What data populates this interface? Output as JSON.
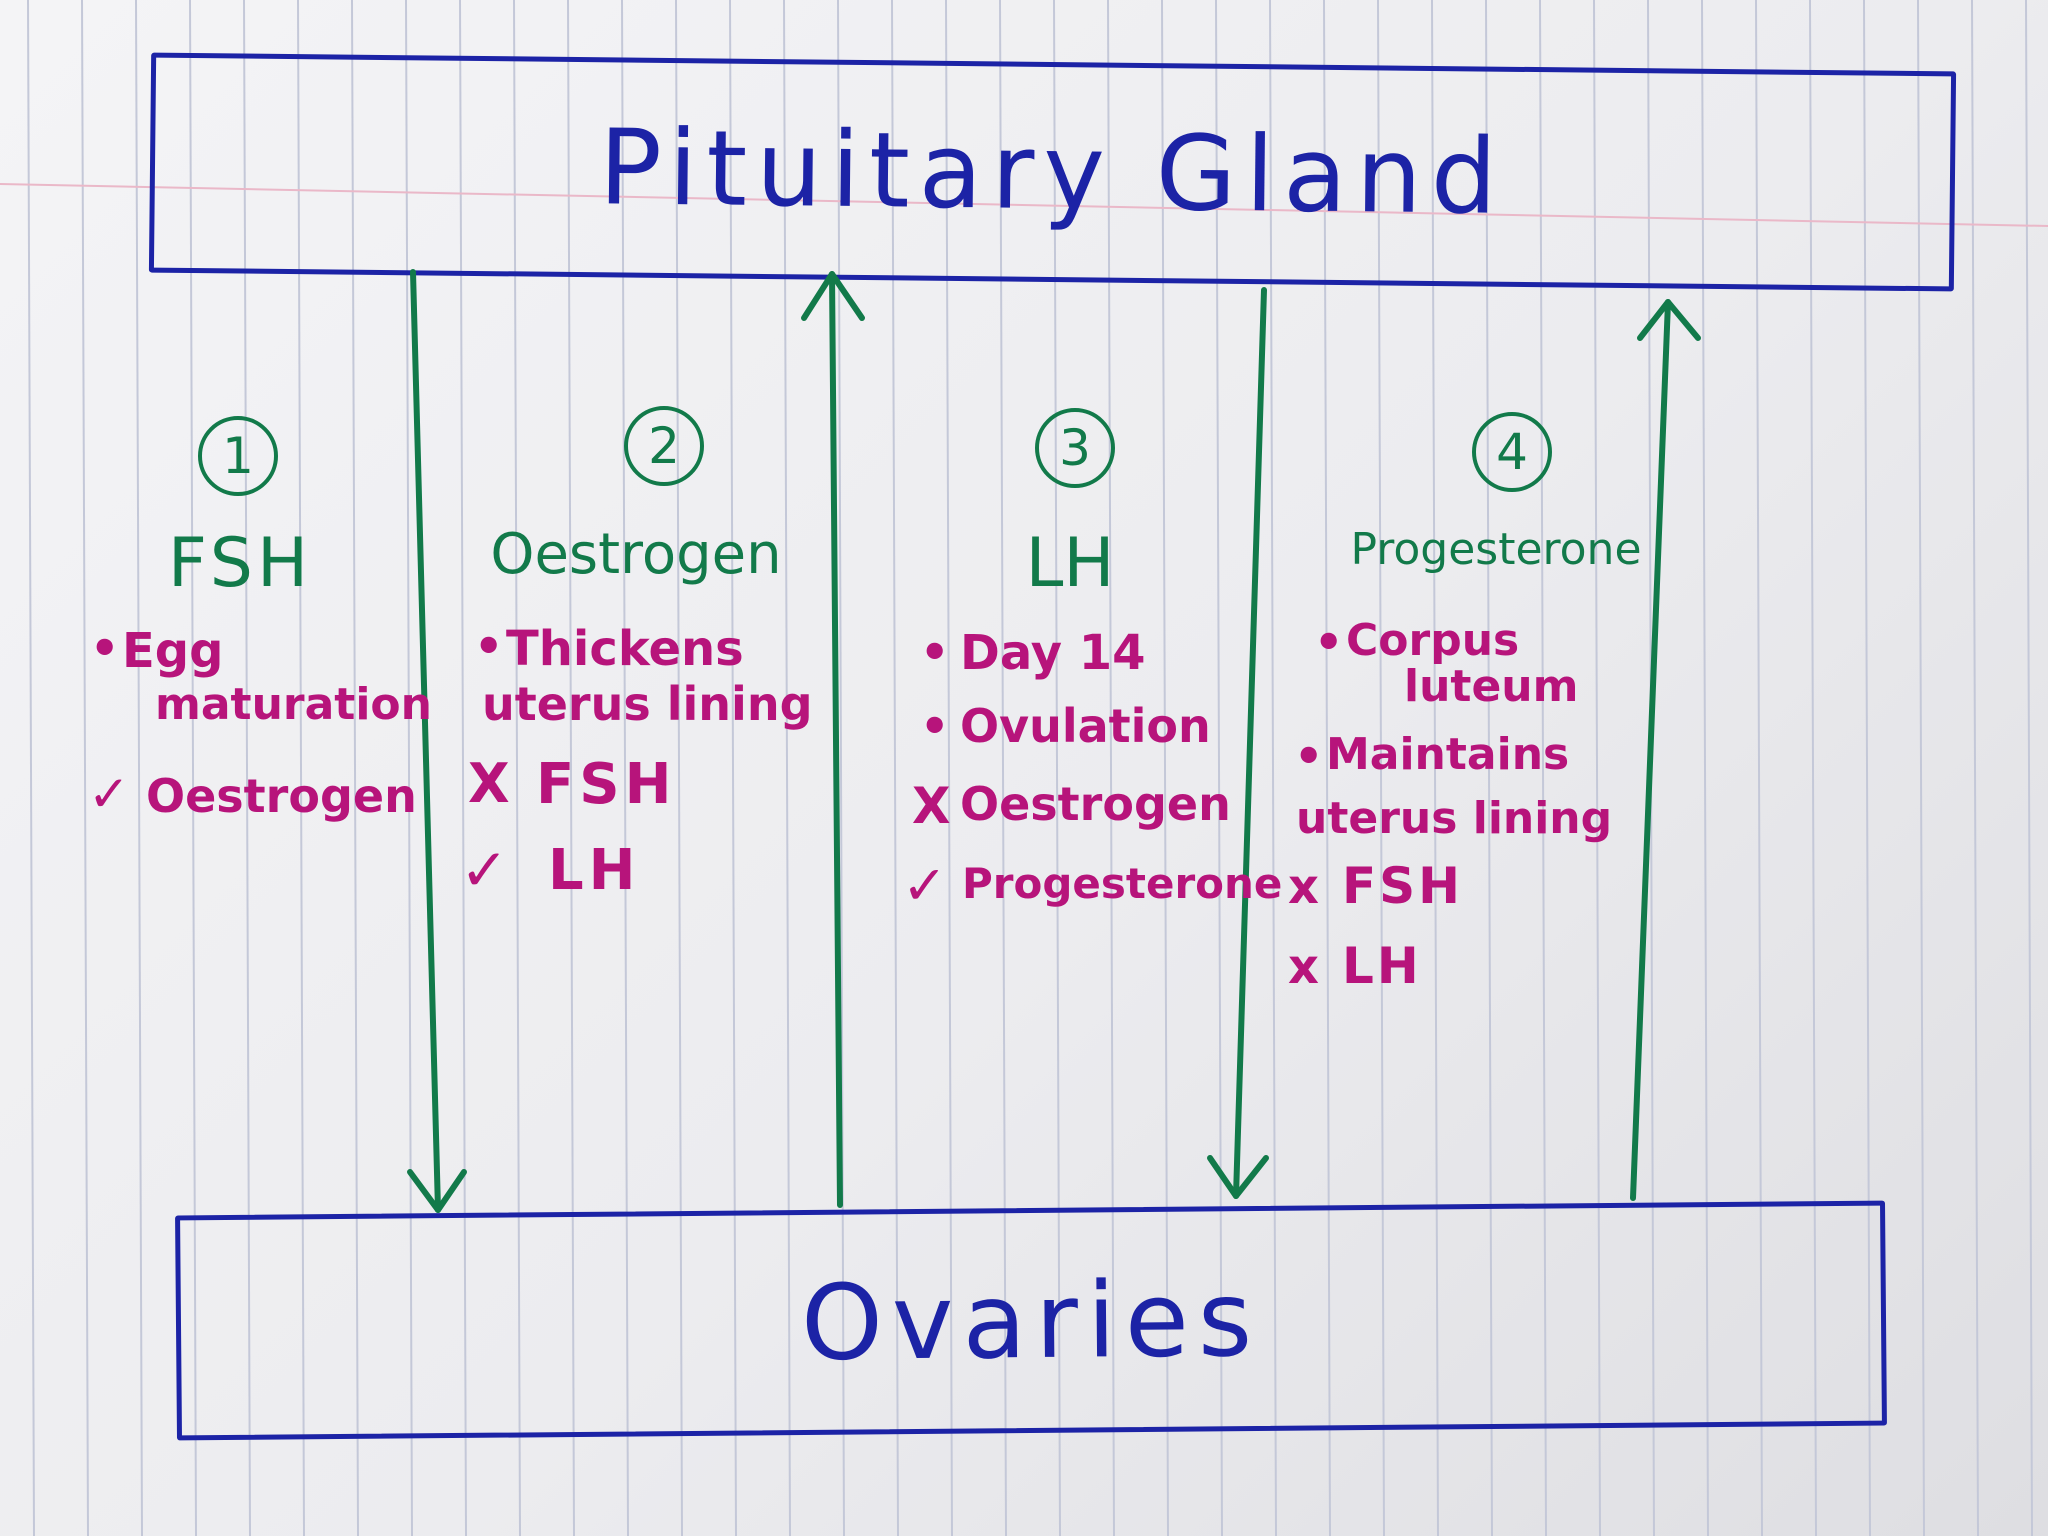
{
  "colors": {
    "box": "#1c23a6",
    "arrow": "#127a4a",
    "notes": "#b7147b",
    "rule_line": "#c4c8d8",
    "margin_line": "#eab8c8"
  },
  "top_box": {
    "label": "Pituitary Gland"
  },
  "bottom_box": {
    "label": "Ovaries"
  },
  "stages": [
    {
      "number": "1",
      "hormone": "FSH",
      "bullets": [
        "Egg",
        "maturation"
      ],
      "effects": [
        {
          "mark": "✓",
          "text": "Oestrogen"
        }
      ]
    },
    {
      "number": "2",
      "hormone": "Oestrogen",
      "bullets": [
        "Thickens",
        "uterus lining"
      ],
      "effects": [
        {
          "mark": "X",
          "text": "FSH"
        },
        {
          "mark": "✓",
          "text": "LH"
        }
      ]
    },
    {
      "number": "3",
      "hormone": "LH",
      "bullets": [
        "Day 14",
        "Ovulation"
      ],
      "effects": [
        {
          "mark": "X",
          "text": "Oestrogen"
        },
        {
          "mark": "✓",
          "text": "Progesterone"
        }
      ]
    },
    {
      "number": "4",
      "hormone": "Progesterone",
      "bullets": [
        "Corpus",
        "luteum",
        "Maintains",
        "uterus lining"
      ],
      "effects": [
        {
          "mark": "x",
          "text": "FSH"
        },
        {
          "mark": "x",
          "text": "LH"
        }
      ]
    }
  ],
  "arrows": [
    {
      "from": "Pituitary Gland",
      "to": "Ovaries",
      "direction": "down"
    },
    {
      "from": "Ovaries",
      "to": "Pituitary Gland",
      "direction": "up"
    },
    {
      "from": "Pituitary Gland",
      "to": "Ovaries",
      "direction": "down"
    },
    {
      "from": "Ovaries",
      "to": "Pituitary Gland",
      "direction": "up"
    }
  ]
}
